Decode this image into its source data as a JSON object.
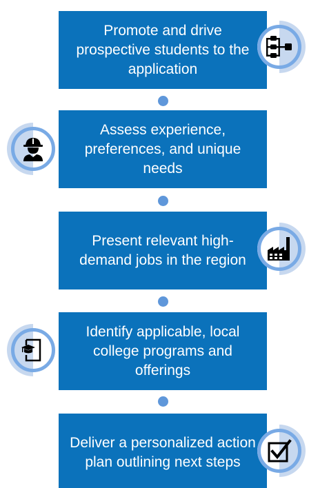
{
  "steps": [
    {
      "text": "Promote and drive prospective students to the application",
      "icon": "hierarchy-icon"
    },
    {
      "text": "Assess experience, preferences, and unique needs",
      "icon": "worker-icon"
    },
    {
      "text": "Present relevant high-demand jobs in the region",
      "icon": "factory-icon"
    },
    {
      "text": "Identify applicable, local college programs and offerings",
      "icon": "graduation-document-icon"
    },
    {
      "text": "Deliver a personalized action plan outlining next steps",
      "icon": "checkbox-icon"
    }
  ],
  "colors": {
    "box": "#0b72bb",
    "connector_dot": "#5f97da",
    "ring": "#79aae5",
    "ring_outer": "#c7d8ef",
    "icon": "#000000"
  }
}
